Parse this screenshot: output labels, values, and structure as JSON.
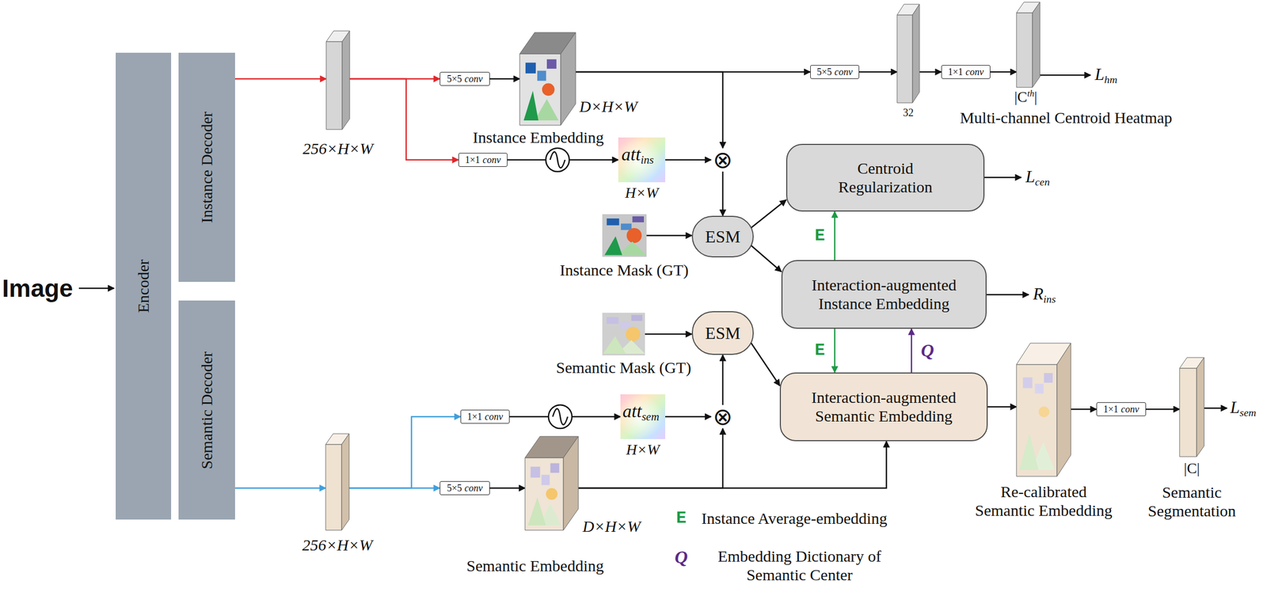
{
  "diagram": {
    "nodes": [
      {
        "text": [
          "Encoder"
        ]
      },
      {
        "text": [
          "Instance Decoder"
        ]
      },
      {
        "text": [
          "Semantic Decoder"
        ]
      },
      {
        "text": [
          "256×H×W"
        ]
      },
      {
        "text": [
          "5×5",
          "conv"
        ]
      },
      {
        "text": [
          "1×1",
          "conv"
        ]
      },
      {
        "text": [
          "D×H×W",
          "Instance Embedding"
        ]
      },
      {
        "text": [
          "att",
          "ins",
          "H×W"
        ]
      },
      {
        "text": [
          "⊗"
        ]
      },
      {
        "text": [
          "Instance Mask (GT)"
        ]
      },
      {
        "text": [
          "ESM"
        ]
      },
      {
        "text": [
          "Centroid Regularization"
        ]
      },
      {
        "text": [
          "Interaction-augmented Instance Embedding"
        ]
      },
      {
        "text": [
          "5×5",
          "conv"
        ]
      },
      {
        "text": [
          "32"
        ]
      },
      {
        "text": [
          "1×1",
          "conv"
        ]
      },
      {
        "text": [
          "|C",
          "th",
          "|",
          "Multi-channel Centroid Heatmap"
        ]
      },
      {
        "text": [
          "256×H×W"
        ]
      },
      {
        "text": [
          "1×1",
          "conv"
        ]
      },
      {
        "text": [
          "5×5",
          "conv"
        ]
      },
      {
        "text": [
          "D×H×W",
          "Semantic Embedding"
        ]
      },
      {
        "text": [
          "att",
          "sem",
          "H×W"
        ]
      },
      {
        "text": [
          "⊗"
        ]
      },
      {
        "text": [
          "Semantic Mask (GT)"
        ]
      },
      {
        "text": [
          "ESM"
        ]
      },
      {
        "text": [
          "Interaction-augmented Semantic Embedding"
        ]
      },
      {
        "text": [
          "Re-calibrated Semantic Embedding"
        ]
      },
      {
        "text": [
          "1×1",
          "conv"
        ]
      },
      {
        "text": [
          "|C|",
          "Semantic Segmentation"
        ]
      }
    ],
    "edges": [
      {
        "from": 1,
        "to": 3,
        "arrow": "to"
      },
      {
        "from": 3,
        "to": 4,
        "arrow": "to"
      },
      {
        "from": 3,
        "to": 5,
        "arrow": "to"
      },
      {
        "from": 4,
        "to": 6,
        "arrow": "to"
      },
      {
        "from": 5,
        "to": 7,
        "arrow": "to"
      },
      {
        "from": 7,
        "to": 8,
        "arrow": "to"
      },
      {
        "from": 6,
        "to": 8,
        "arrow": "to"
      },
      {
        "from": 6,
        "to": 13,
        "arrow": "to"
      },
      {
        "from": 8,
        "to": 10,
        "arrow": "to"
      },
      {
        "from": 9,
        "to": 10,
        "arrow": "to"
      },
      {
        "from": 10,
        "to": 11,
        "arrow": "to"
      },
      {
        "from": 10,
        "to": 12,
        "arrow": "to"
      },
      {
        "from": 12,
        "to": 11,
        "label": "E",
        "arrow": "to"
      },
      {
        "from": 12,
        "to": 25,
        "label": "E",
        "arrow": "to"
      },
      {
        "from": 25,
        "to": 12,
        "label": "Q",
        "arrow": "to"
      },
      {
        "from": 13,
        "to": 14,
        "arrow": "to"
      },
      {
        "from": 14,
        "to": 15,
        "arrow": "to"
      },
      {
        "from": 15,
        "to": 16,
        "arrow": "to"
      },
      {
        "from": 2,
        "to": 17,
        "arrow": "to"
      },
      {
        "from": 17,
        "to": 18,
        "arrow": "to"
      },
      {
        "from": 17,
        "to": 19,
        "arrow": "to"
      },
      {
        "from": 19,
        "to": 20,
        "arrow": "to"
      },
      {
        "from": 20,
        "to": 22,
        "arrow": "to"
      },
      {
        "from": 20,
        "to": 25,
        "arrow": "to"
      },
      {
        "from": 21,
        "to": 22,
        "arrow": "to"
      },
      {
        "from": 18,
        "to": 21,
        "arrow": "to"
      },
      {
        "from": 22,
        "to": 24,
        "arrow": "to"
      },
      {
        "from": 23,
        "to": 24,
        "arrow": "to"
      },
      {
        "from": 24,
        "to": 25,
        "arrow": "to"
      },
      {
        "from": 25,
        "to": 26,
        "arrow": "to"
      },
      {
        "from": 26,
        "to": 27,
        "arrow": "to"
      },
      {
        "from": 27,
        "to": 28,
        "arrow": "to"
      }
    ],
    "labels": [
      "Image",
      "L",
      "hm",
      "L",
      "cen",
      "R",
      "ins",
      "L",
      "sem",
      "E",
      "Q"
    ],
    "legend": [
      {
        "text": "Instance Average-embedding"
      },
      {
        "text": "Embedding Dictionary of Semantic Center"
      }
    ]
  }
}
